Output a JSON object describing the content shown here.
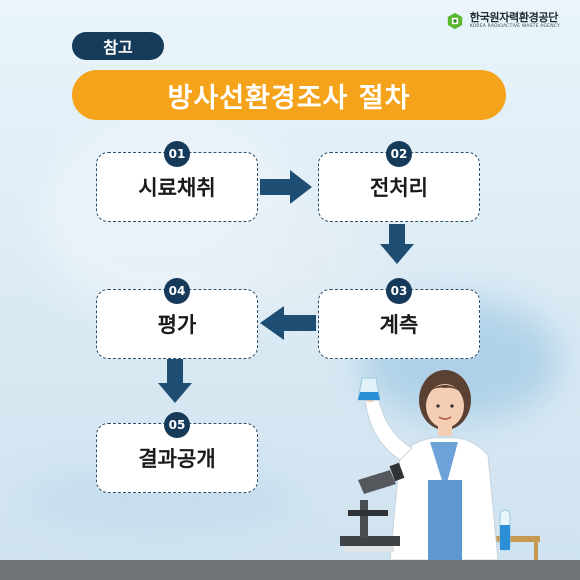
{
  "logo": {
    "org_name": "한국원자력환경공단",
    "org_name_en": "KOREA RADIOACTIVE WASTE AGENCY"
  },
  "tag": "참고",
  "title": "방사선환경조사 절차",
  "steps": [
    {
      "num": "01",
      "label": "시료채취"
    },
    {
      "num": "02",
      "label": "전처리"
    },
    {
      "num": "03",
      "label": "계측"
    },
    {
      "num": "04",
      "label": "평가"
    },
    {
      "num": "05",
      "label": "결과공개"
    }
  ],
  "colors": {
    "navy": "#163a5a",
    "orange": "#f5a31b",
    "arrow": "#1f4e74",
    "logo_green": "#5ab82e"
  },
  "icons": [
    "hexagon-logo-icon",
    "right-arrow-icon",
    "down-arrow-icon",
    "left-arrow-icon",
    "scientist-illustration"
  ]
}
